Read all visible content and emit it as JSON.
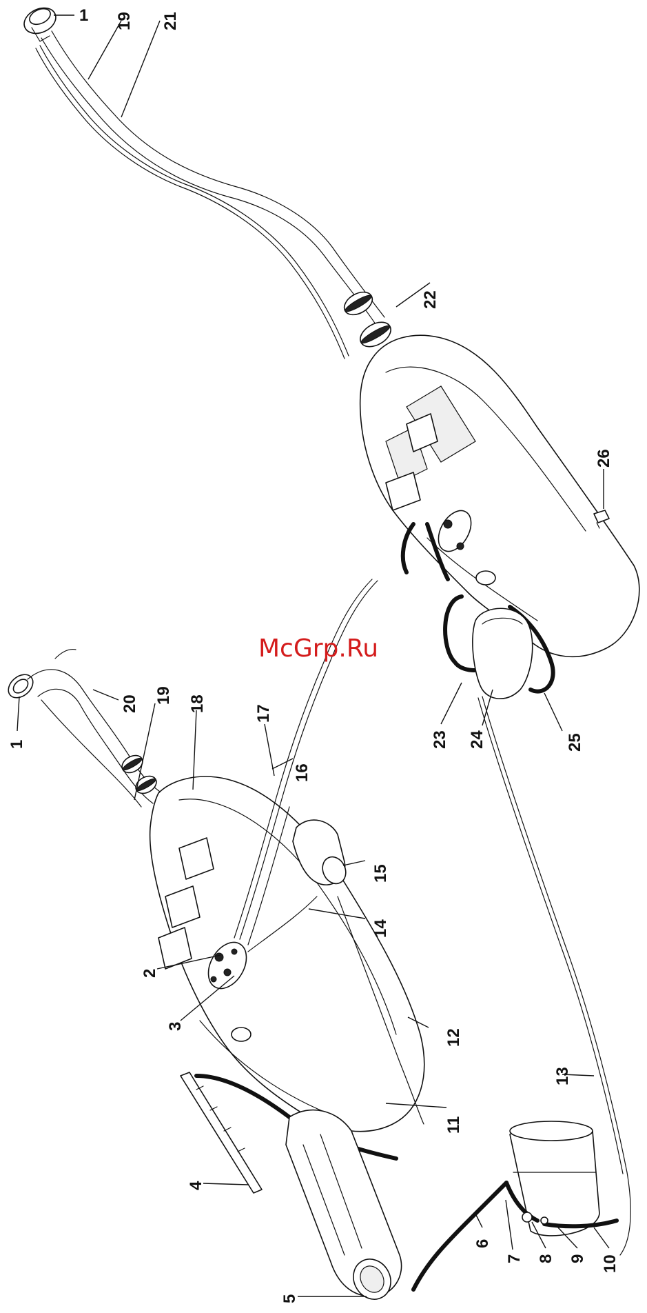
{
  "watermark": "McGrp.Ru",
  "labels": [
    {
      "id": "1a",
      "text": "1"
    },
    {
      "id": "19a",
      "text": "19"
    },
    {
      "id": "21",
      "text": "21"
    },
    {
      "id": "22",
      "text": "22"
    },
    {
      "id": "26",
      "text": "26"
    },
    {
      "id": "1b",
      "text": "1"
    },
    {
      "id": "20",
      "text": "20"
    },
    {
      "id": "19b",
      "text": "19"
    },
    {
      "id": "18",
      "text": "18"
    },
    {
      "id": "17",
      "text": "17"
    },
    {
      "id": "16",
      "text": "16"
    },
    {
      "id": "23",
      "text": "23"
    },
    {
      "id": "24",
      "text": "24"
    },
    {
      "id": "25",
      "text": "25"
    },
    {
      "id": "15",
      "text": "15"
    },
    {
      "id": "14",
      "text": "14"
    },
    {
      "id": "2",
      "text": "2"
    },
    {
      "id": "3",
      "text": "3"
    },
    {
      "id": "12",
      "text": "12"
    },
    {
      "id": "13",
      "text": "13"
    },
    {
      "id": "4",
      "text": "4"
    },
    {
      "id": "11",
      "text": "11"
    },
    {
      "id": "5",
      "text": "5"
    },
    {
      "id": "6",
      "text": "6"
    },
    {
      "id": "7",
      "text": "7"
    },
    {
      "id": "8",
      "text": "8"
    },
    {
      "id": "9",
      "text": "9"
    },
    {
      "id": "10",
      "text": "10"
    }
  ]
}
